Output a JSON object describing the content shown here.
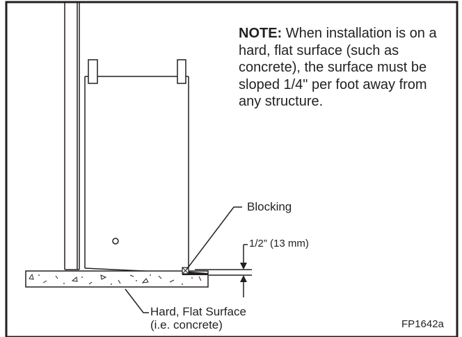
{
  "note": {
    "heading": "NOTE:",
    "text": " When installation is on a hard, flat surface (such as concrete), the surface must be sloped 1/4\" per foot away from any structure."
  },
  "labels": {
    "blocking": "Blocking",
    "gap": "1/2” (13 mm)",
    "surface_line1": "Hard, Flat Surface",
    "surface_line2": "(i.e. concrete)",
    "figure_code": "FP1642a"
  },
  "colors": {
    "ink": "#231f20",
    "background": "#ffffff"
  }
}
